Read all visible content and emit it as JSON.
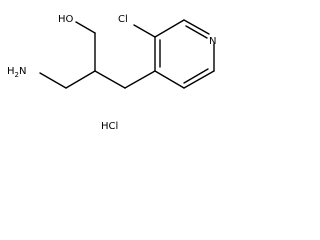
{
  "molecule": {
    "labels": {
      "hydroxyl": "HO",
      "chlorine": "Cl",
      "nitrogen": "N",
      "amine_h": "H",
      "amine_sub": "2",
      "amine_n": "N",
      "salt": "HCl"
    }
  }
}
